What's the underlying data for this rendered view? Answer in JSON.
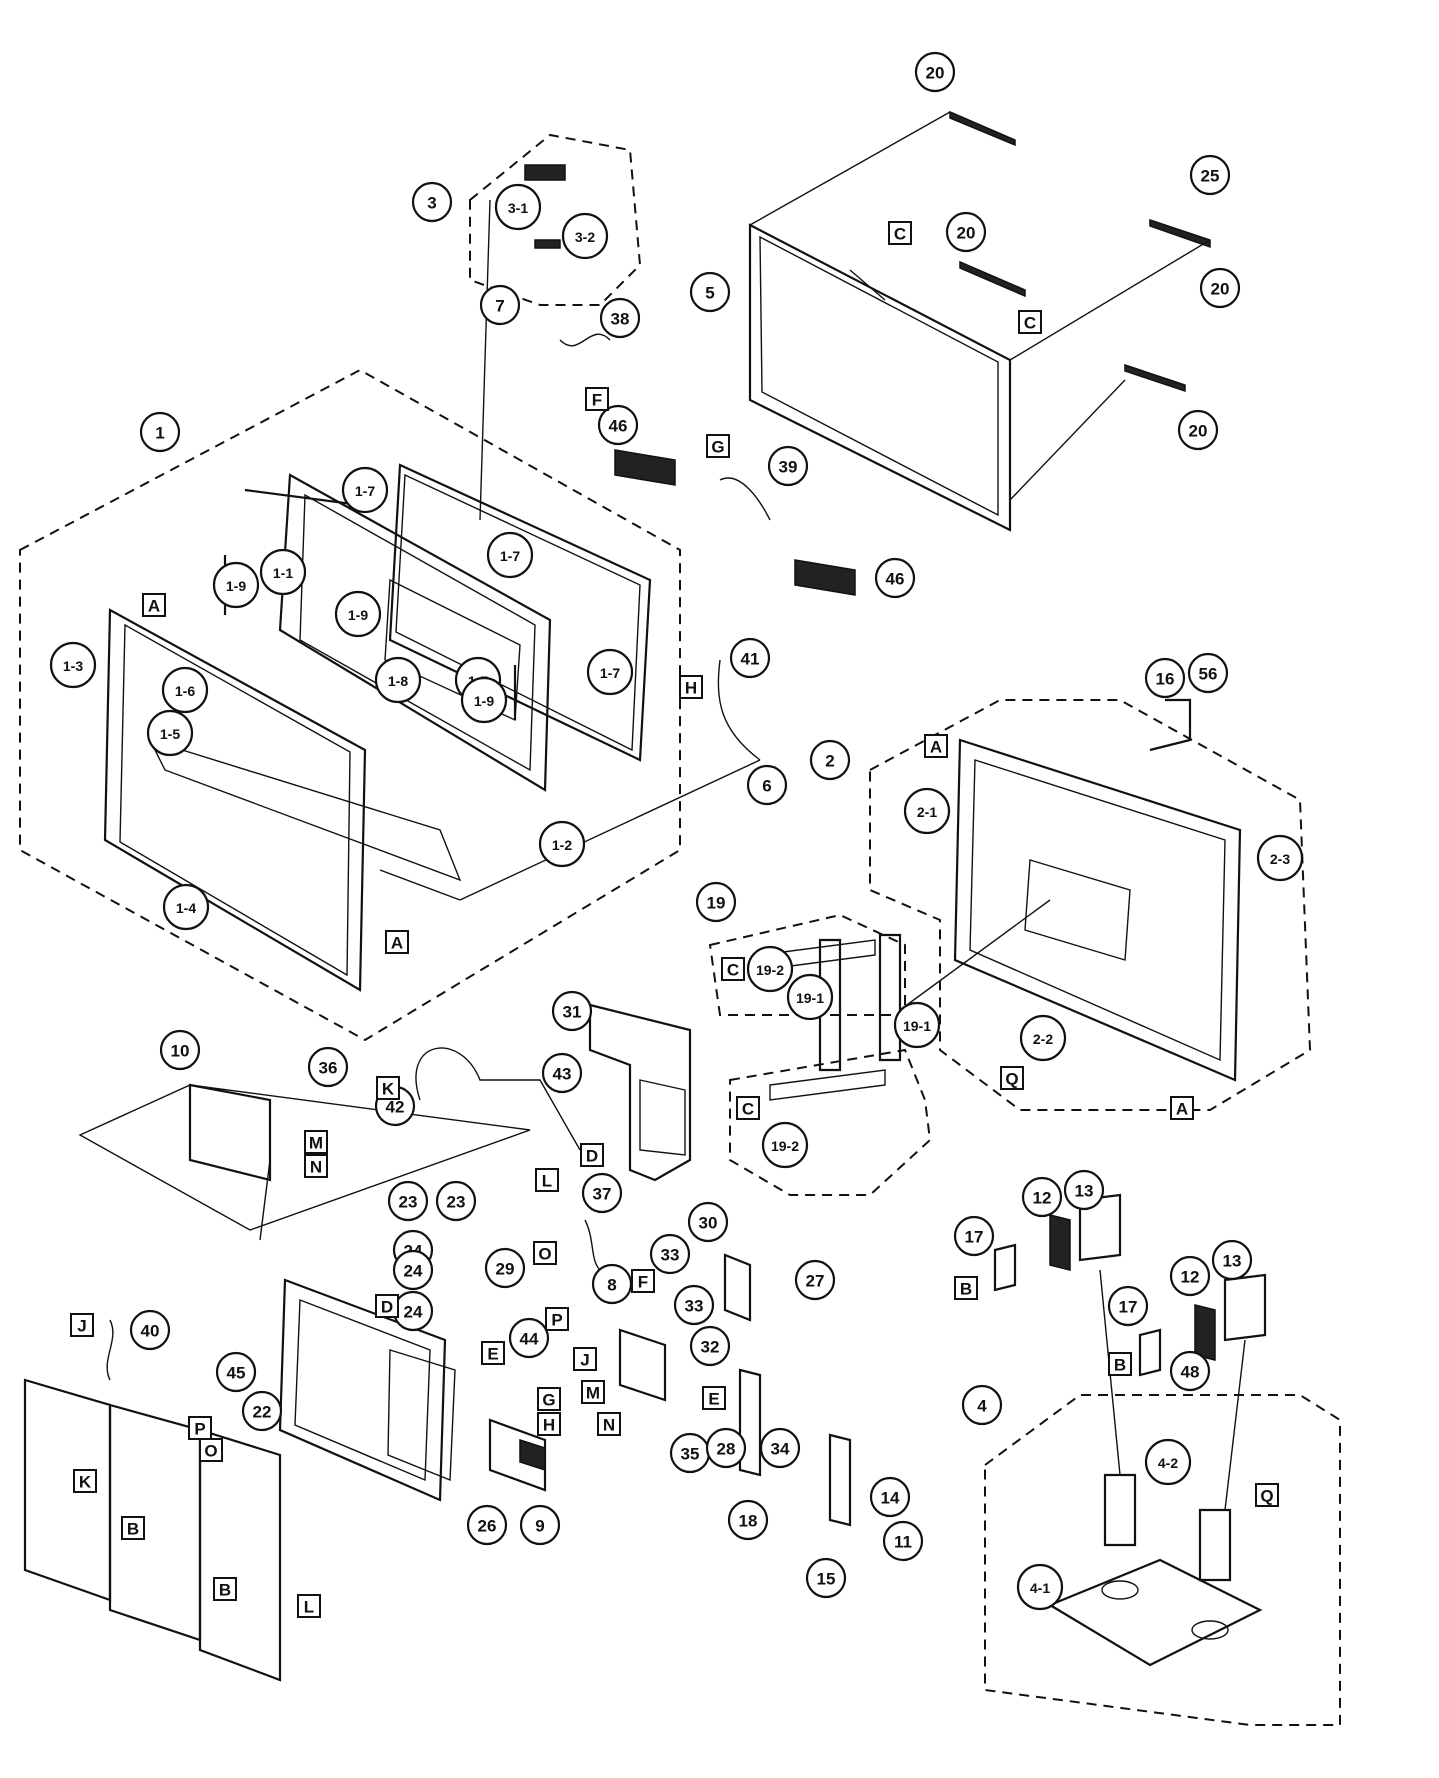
{
  "diagram": {
    "callouts": [
      "1",
      "1-1",
      "1-2",
      "1-3",
      "1-4",
      "1-5",
      "1-6",
      "1-7",
      "1-8",
      "1-9",
      "2",
      "2-1",
      "2-2",
      "2-3",
      "3",
      "3-1",
      "3-2",
      "4",
      "4-1",
      "4-2",
      "5",
      "6",
      "7",
      "8",
      "9",
      "10",
      "11",
      "12",
      "13",
      "14",
      "15",
      "16",
      "17",
      "18",
      "19",
      "19-1",
      "19-2",
      "20",
      "22",
      "23",
      "24",
      "25",
      "26",
      "27",
      "28",
      "29",
      "30",
      "31",
      "32",
      "33",
      "34",
      "35",
      "36",
      "37",
      "38",
      "39",
      "40",
      "41",
      "42",
      "43",
      "44",
      "45",
      "46",
      "48",
      "56"
    ],
    "connector_letters": [
      "A",
      "B",
      "C",
      "D",
      "E",
      "F",
      "G",
      "H",
      "J",
      "K",
      "L",
      "M",
      "N",
      "O",
      "P",
      "Q"
    ]
  }
}
